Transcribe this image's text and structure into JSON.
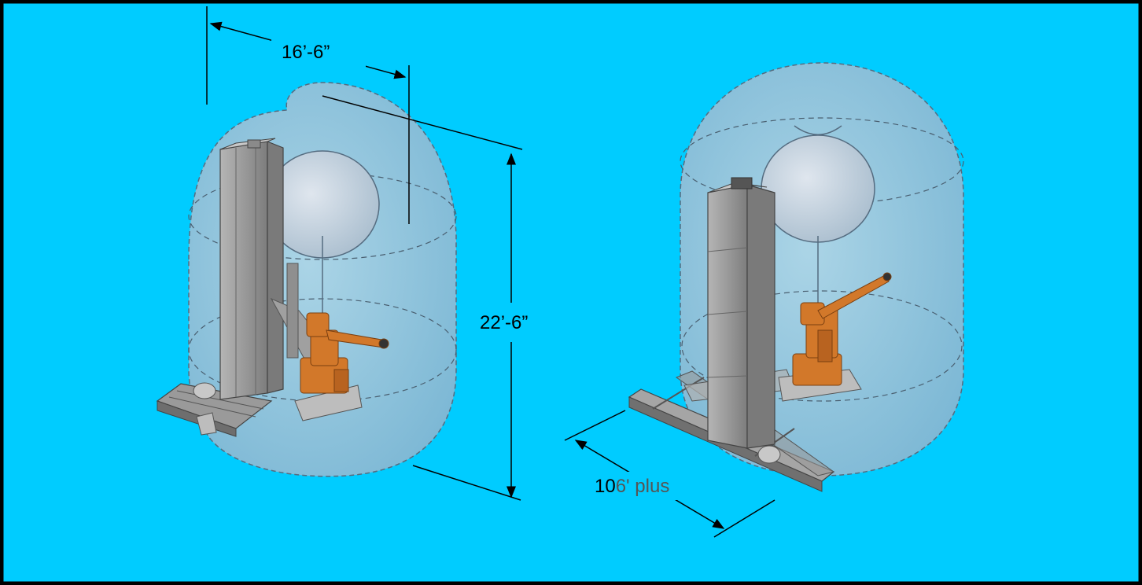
{
  "colors": {
    "background": "#00ccff",
    "border": "#000000",
    "envelope": "#a9c3d8",
    "robot": "#d2782a",
    "frame": "#8c8c8c"
  },
  "dimensions": {
    "width_label": "16’-6”",
    "height_label": "22’-6”",
    "length_label_prefix": "10",
    "length_label_suffix": "6' plus"
  }
}
